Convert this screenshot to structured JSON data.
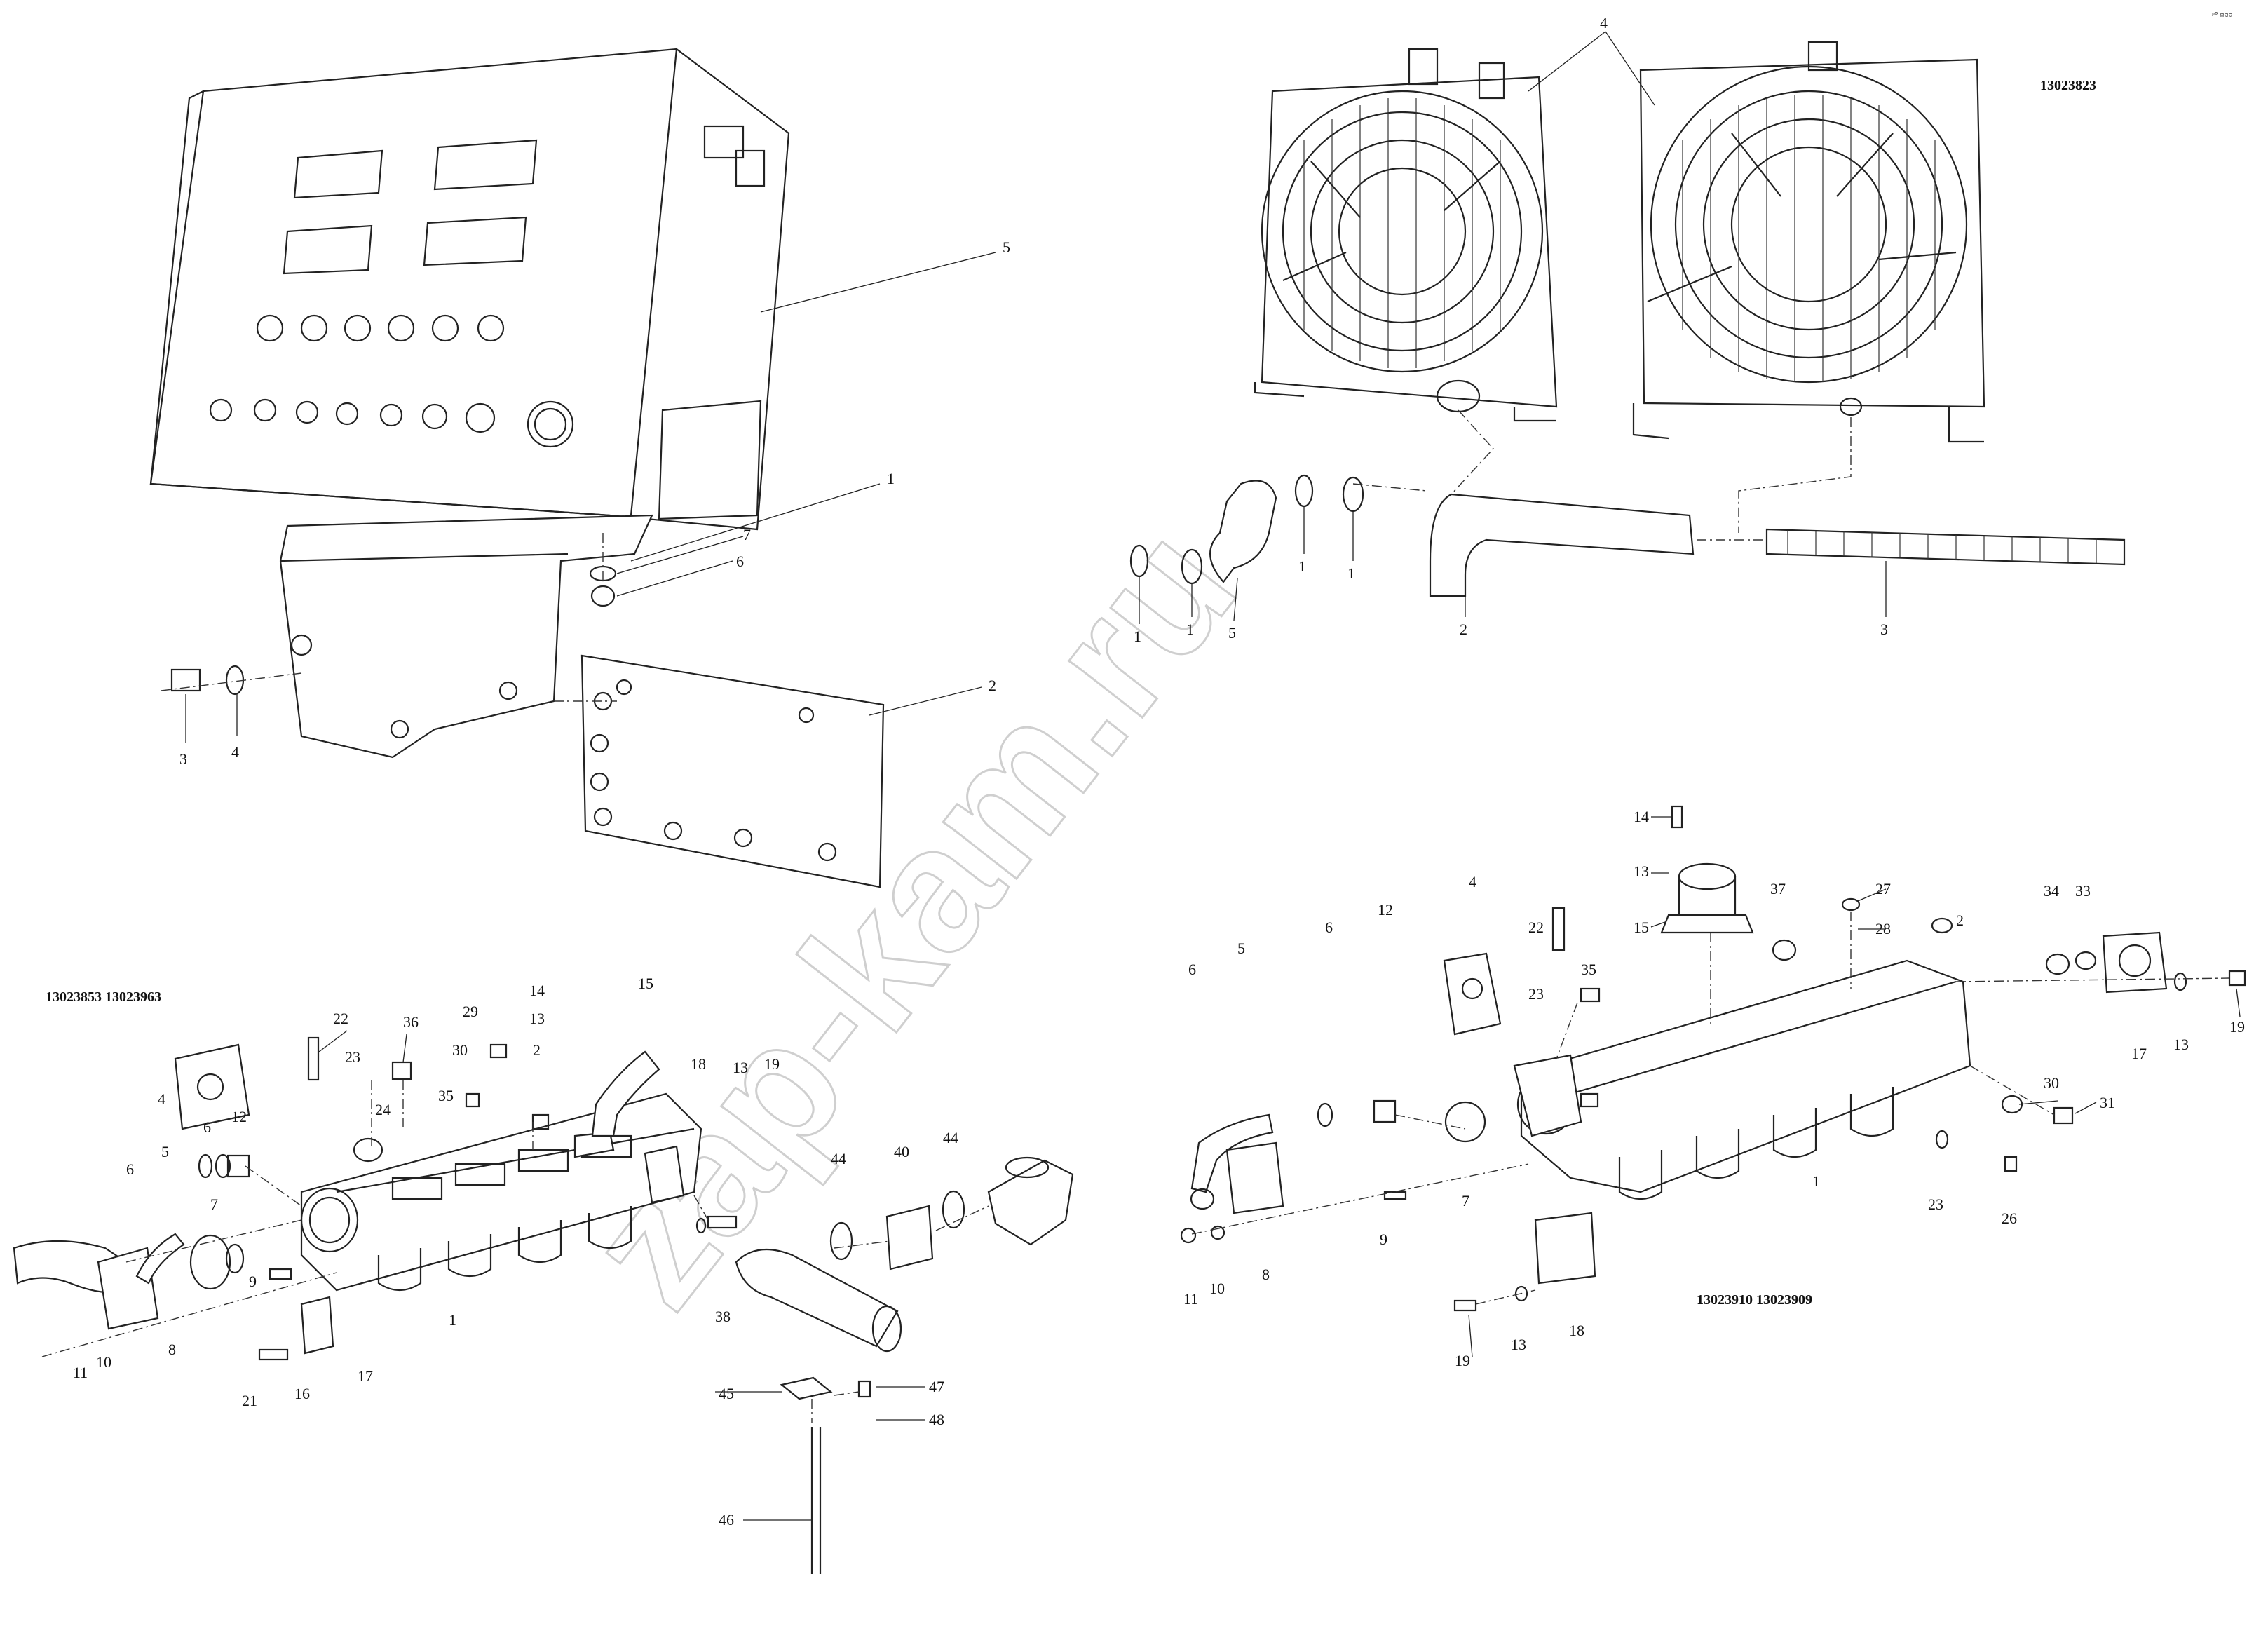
{
  "watermark": "zap-kam.ru",
  "codes": {
    "radiator": "13023823",
    "manifold_left": "13023853 13023963",
    "manifold_right": "13023910 13023909"
  },
  "callouts": {
    "panel": [
      "5",
      "1",
      "7",
      "6",
      "2",
      "3",
      "4"
    ],
    "radiator": [
      "4",
      "1",
      "1",
      "5",
      "1",
      "1",
      "2",
      "3"
    ],
    "manifold_left": [
      "22",
      "23",
      "36",
      "29",
      "14",
      "13",
      "30",
      "2",
      "35",
      "15",
      "18",
      "13",
      "19",
      "24",
      "4",
      "6",
      "12",
      "5",
      "6",
      "7",
      "9",
      "8",
      "10",
      "11",
      "21",
      "16",
      "17",
      "1",
      "44",
      "40",
      "44",
      "38",
      "45",
      "47",
      "48",
      "46"
    ],
    "manifold_right": [
      "14",
      "13",
      "15",
      "22",
      "23",
      "35",
      "4",
      "12",
      "6",
      "5",
      "6",
      "7",
      "9",
      "8",
      "10",
      "11",
      "37",
      "27",
      "28",
      "2",
      "34",
      "33",
      "17",
      "13",
      "19",
      "30",
      "31",
      "1",
      "23",
      "26",
      "18",
      "19",
      "13"
    ]
  }
}
